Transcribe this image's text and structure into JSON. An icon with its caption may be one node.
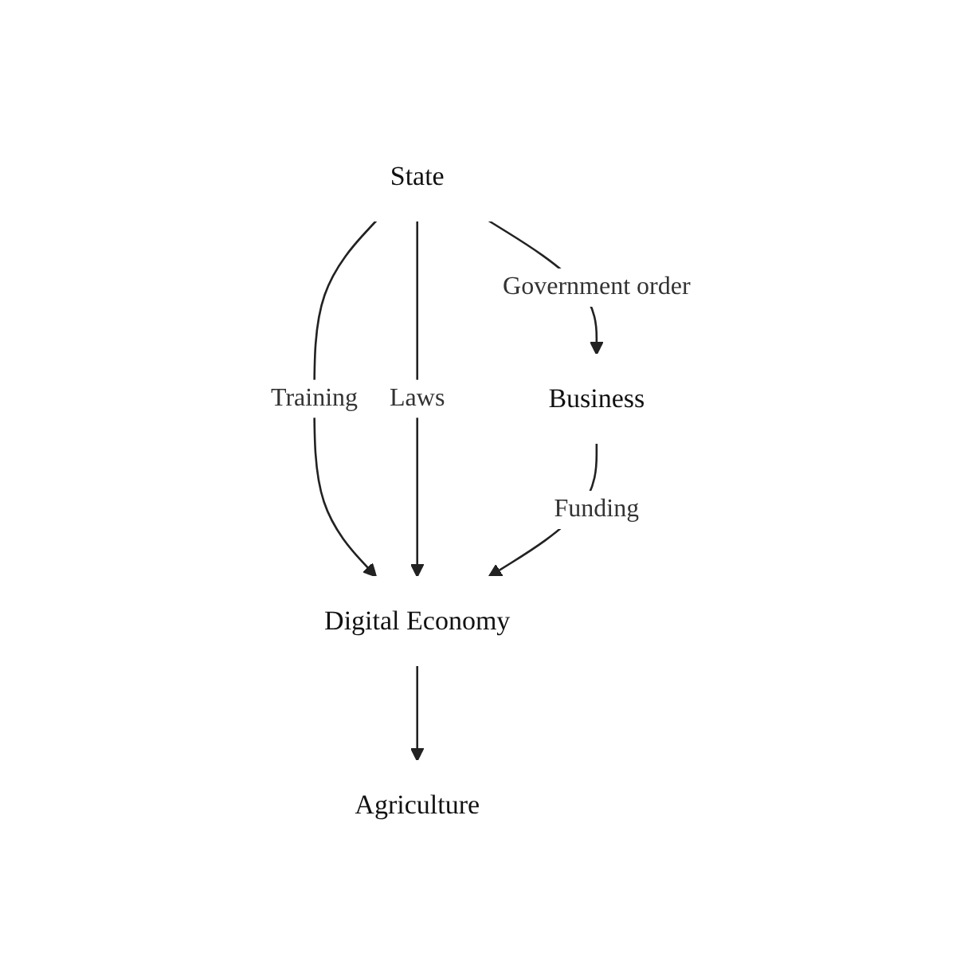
{
  "diagram": {
    "nodes": [
      {
        "text": [
          "State"
        ]
      },
      {
        "text": [
          "Business"
        ]
      },
      {
        "text": [
          "Digital Economy"
        ]
      },
      {
        "text": [
          "Agriculture"
        ]
      }
    ],
    "edges": [
      {
        "from": 0,
        "to": 1,
        "arrow": "to",
        "label": "Government order"
      },
      {
        "from": 0,
        "to": 2,
        "arrow": "to",
        "label": "Training"
      },
      {
        "from": 0,
        "to": 2,
        "arrow": "to",
        "label": "Laws"
      },
      {
        "from": 1,
        "to": 2,
        "arrow": "to",
        "label": "Funding"
      },
      {
        "from": 2,
        "to": 3,
        "arrow": "to"
      }
    ]
  }
}
